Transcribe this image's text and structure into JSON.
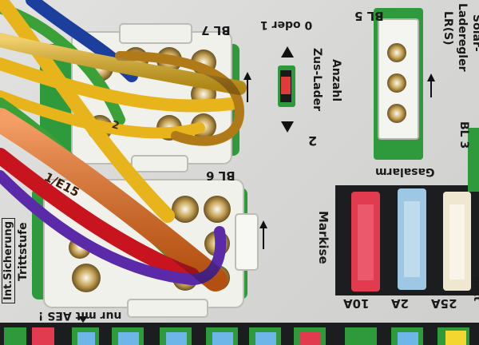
{
  "labels": {
    "bl7": "BL 7",
    "bl6": "BL 6",
    "bl5": "BL 5",
    "bl3": "BL 3",
    "oder": "0 oder 1",
    "anzahl": "Anzahl",
    "zusLader": "Zus-Lader",
    "arrow2": "2",
    "solar": "Solar-",
    "laderegler": "Laderegler",
    "lrs": "LR(S)",
    "gasalarm": "Gasalarm",
    "markise": "Markise",
    "fuse10": "10A",
    "fuse2": "2A",
    "fuse25": "25A",
    "trittstufe": "Trittstufe",
    "intSicherung": "Int.Sicherung",
    "aes": "nur mit AES !",
    "bett": "Bett",
    "wireText": "1/E15",
    "wireText2": "2"
  },
  "colors": {
    "panel": "#dcdcda",
    "connector": "#f2f2ee",
    "greenPcb": "#2f9a3c",
    "fuseRed": "#e23a4e",
    "fuseBlue": "#9ec7e4",
    "fuseBeige": "#efe7d0",
    "fuseYellow": "#f4d630",
    "wireYellow": "#e8b41c",
    "wireOrange": "#ef6a14",
    "wireRed": "#c8141e",
    "wirePurple": "#5a2aa8",
    "wireGreen": "#3aa037",
    "wireBlue": "#1c3e9c",
    "wireBrown": "#b07a18"
  }
}
